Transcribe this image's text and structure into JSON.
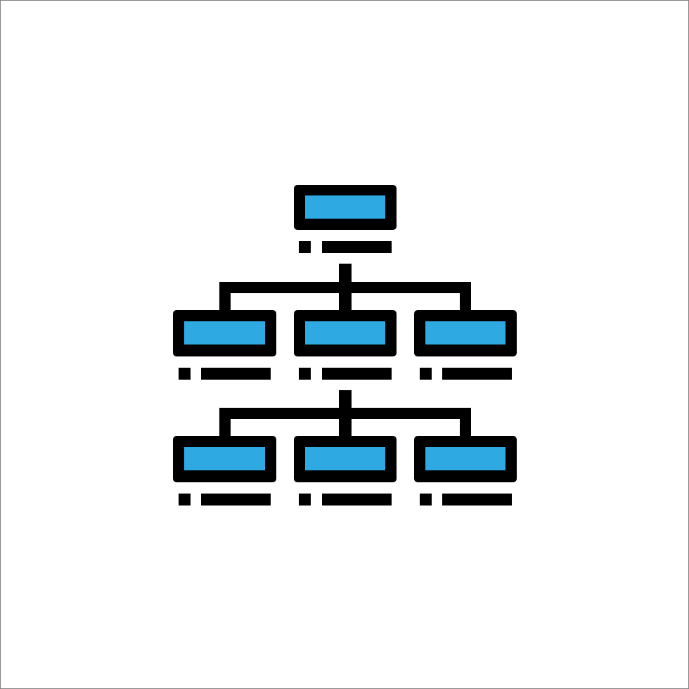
{
  "icon": {
    "name": "org-chart-hierarchy-icon",
    "colors": {
      "stroke": "#000000",
      "fill": "#2EA9E1",
      "background": "#FFFFFF",
      "frame": "#808080"
    },
    "levels": [
      {
        "level": "top",
        "node_count": 1
      },
      {
        "level": "middle",
        "node_count": 3
      },
      {
        "level": "bottom",
        "node_count": 3
      }
    ]
  }
}
